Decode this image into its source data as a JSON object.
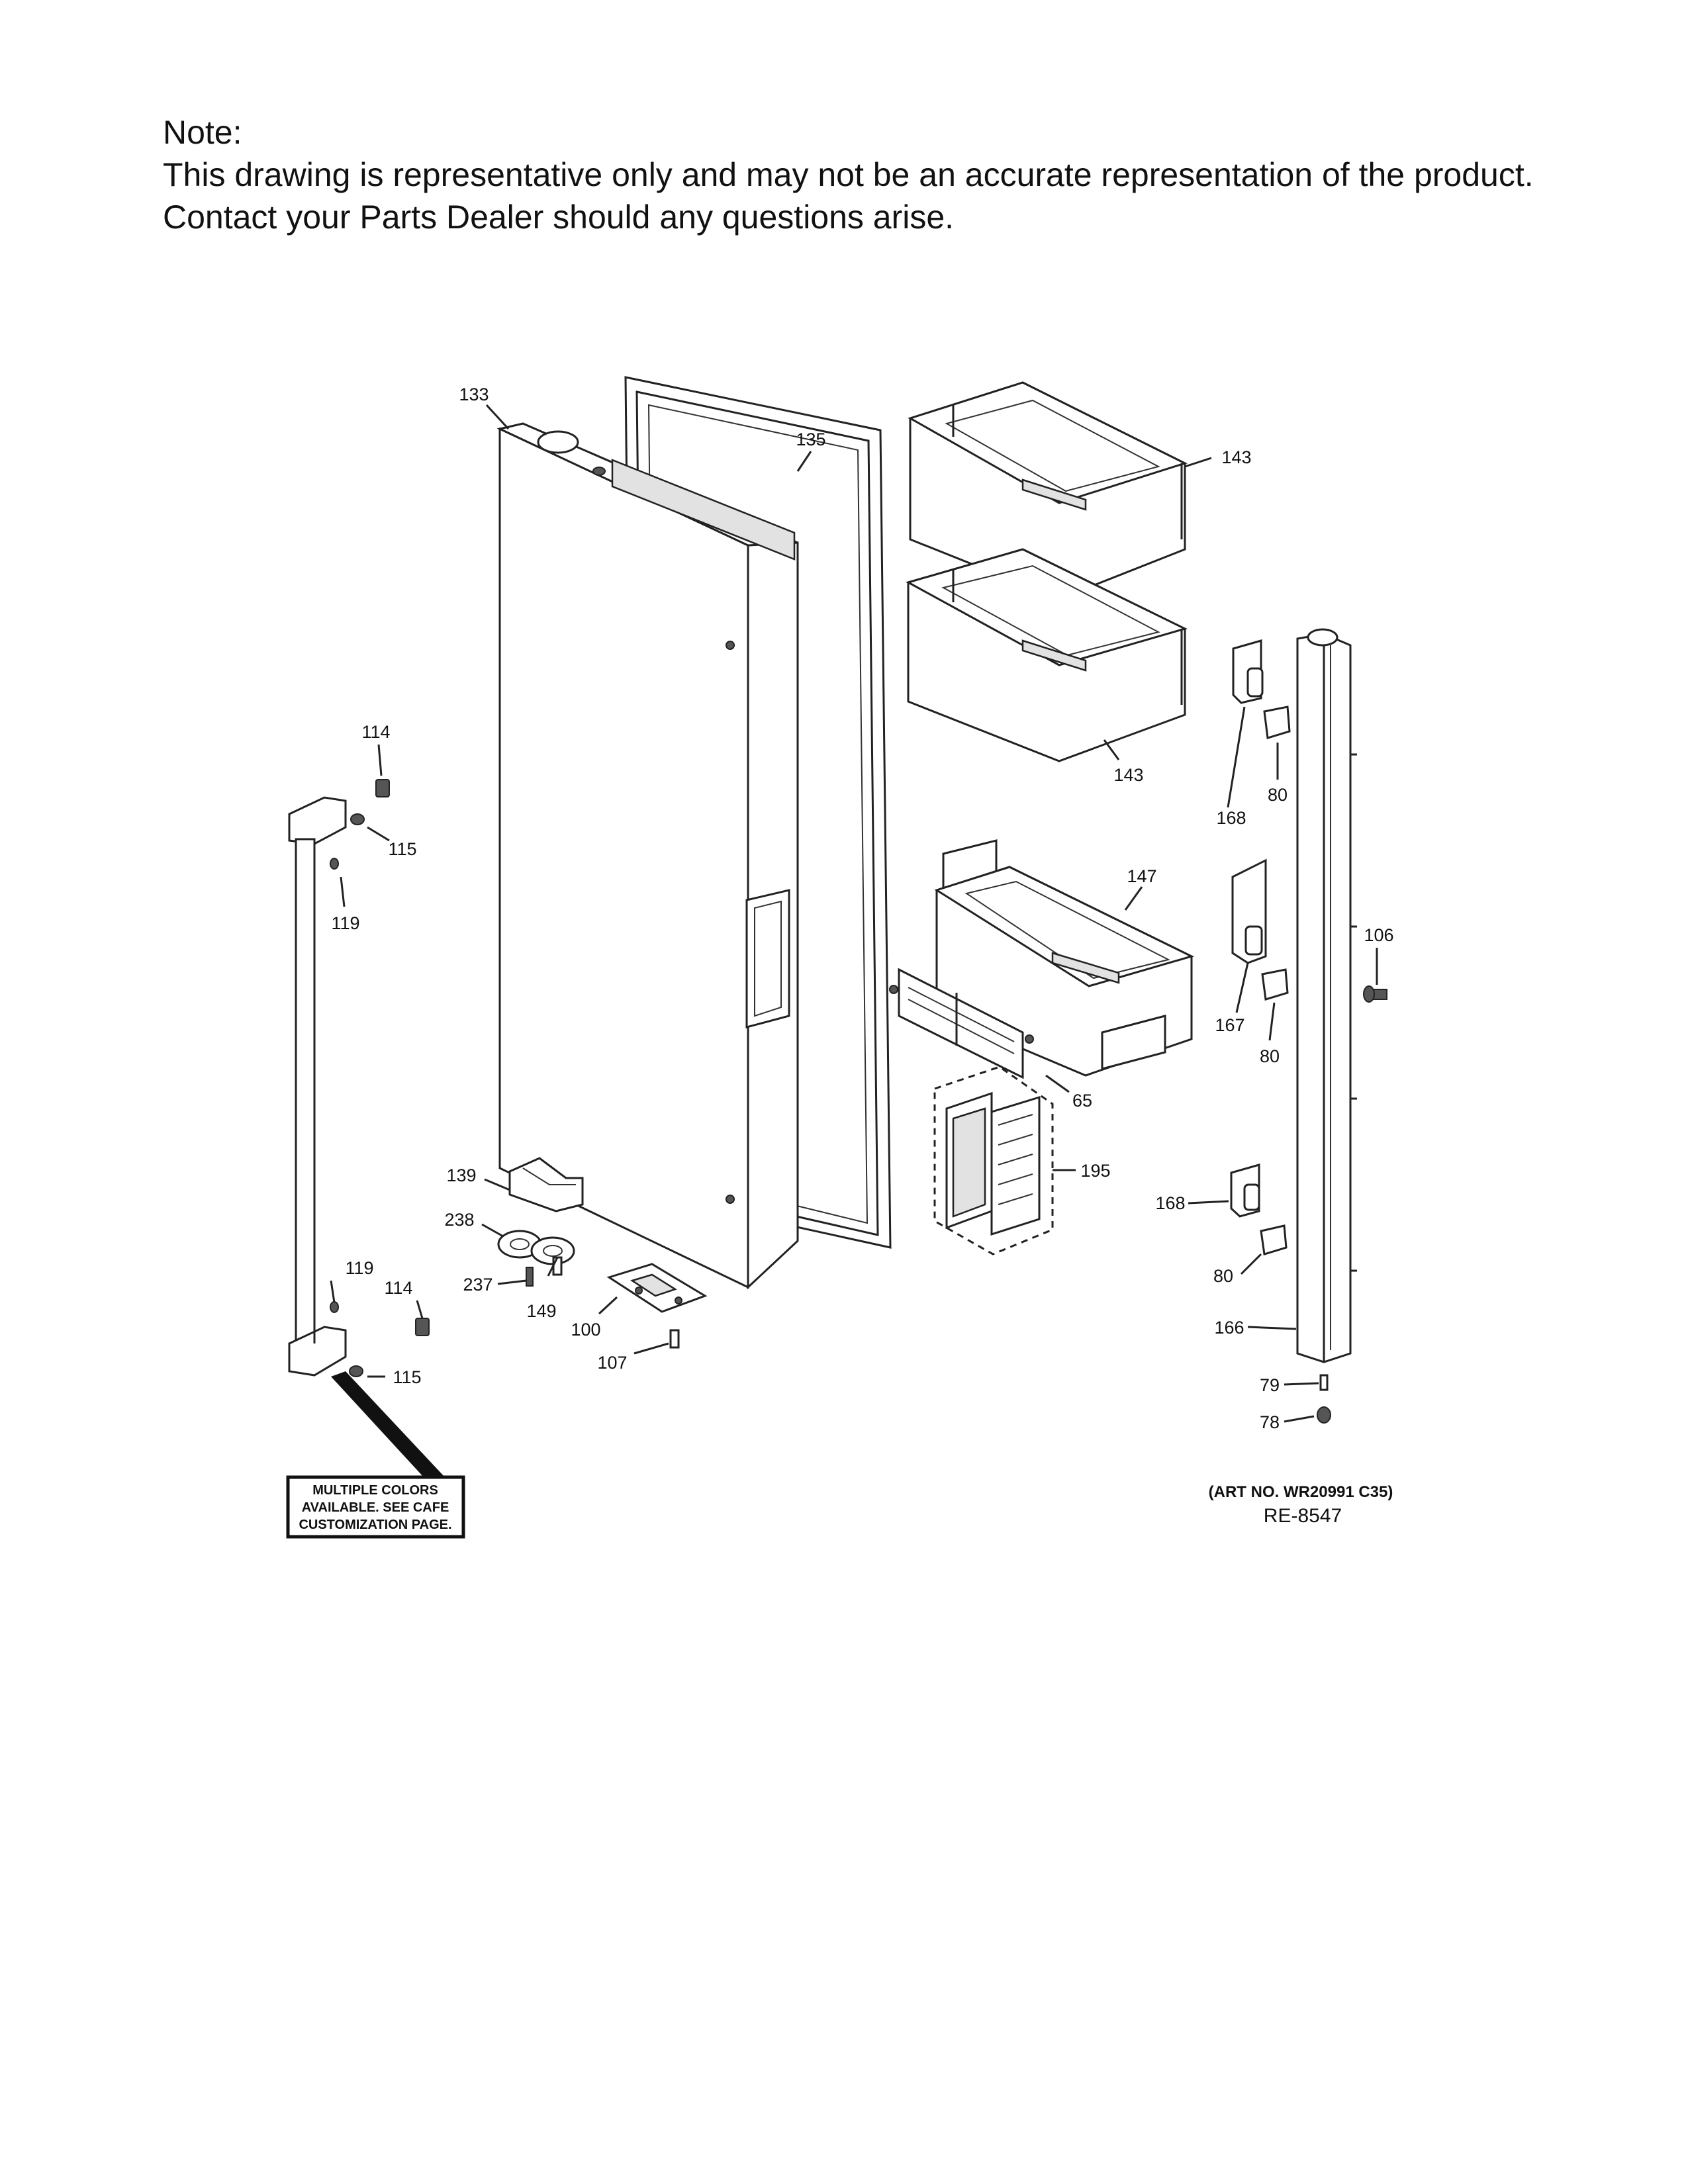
{
  "note": {
    "line1": "Note:",
    "line2": "This drawing is representative only and may not be an accurate representation of the product.",
    "line3": "Contact your Parts Dealer should any questions arise."
  },
  "callouts": {
    "c133": "133",
    "c135": "135",
    "c143a": "143",
    "c143b": "143",
    "c114a": "114",
    "c115a": "115",
    "c119a": "119",
    "c168a": "168",
    "c80a": "80",
    "c147": "147",
    "c106": "106",
    "c167": "167",
    "c80b": "80",
    "c65": "65",
    "c195": "195",
    "c139": "139",
    "c238": "238",
    "c237": "237",
    "c149": "149",
    "c100": "100",
    "c107": "107",
    "c119b": "119",
    "c114b": "114",
    "c115b": "115",
    "c168b": "168",
    "c80c": "80",
    "c166": "166",
    "c79": "79",
    "c78": "78"
  },
  "color_box": {
    "line1": "MULTIPLE COLORS",
    "line2": "AVAILABLE. SEE CAFE",
    "line3": "CUSTOMIZATION PAGE."
  },
  "art_no": "(ART NO. WR20991 C35)",
  "ref": "RE-8547"
}
